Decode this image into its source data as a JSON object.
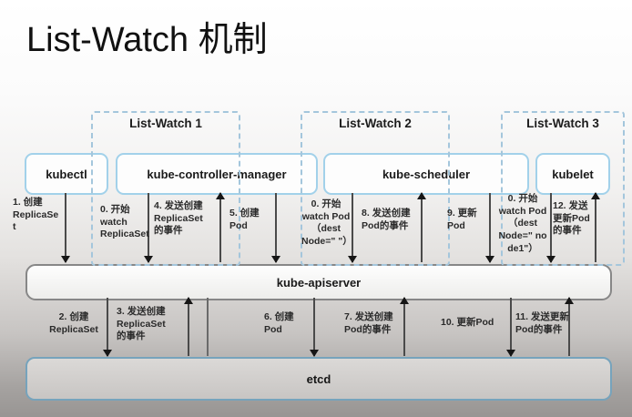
{
  "title": "List-Watch 机制",
  "groups": {
    "g1": "List-Watch 1",
    "g2": "List-Watch 2",
    "g3": "List-Watch 3"
  },
  "nodes": {
    "kubectl": "kubectl",
    "controller": "kube-controller-manager",
    "scheduler": "kube-scheduler",
    "kubelet": "kubelet",
    "apiserver": "kube-apiserver",
    "etcd": "etcd"
  },
  "messages": {
    "top": {
      "m1": "1. 创建\nReplicaSe\nt",
      "m0a": "0. 开始\nwatch\nReplicaSet",
      "m4": "4. 发送创建\nReplicaSet\n的事件",
      "m5": "5. 创建\nPod",
      "m0b": "0. 开始\nwatch Pod\n（dest\nNode=\" \"）",
      "m8": "8. 发送创建\nPod的事件",
      "m9": "9. 更新\nPod",
      "m0c": "0. 开始\nwatch Pod\n（dest\nNode=\" no\nde1\"）",
      "m12": "12. 发送\n更新Pod\n的事件"
    },
    "bottom": {
      "m2": "2. 创建\nReplicaSet",
      "m3": "3. 发送创建\nReplicaSet\n的事件",
      "m6": "6. 创建\nPod",
      "m7": "7. 发送创建\nPod的事件",
      "m10": "10. 更新Pod",
      "m11": "11. 发送更新\nPod的事件"
    }
  },
  "colors": {
    "node_border": "#a2d1ea",
    "group_dashed_border": "#a4c6dc",
    "apiserver_border": "#878787",
    "etcd_border": "#76a3bc",
    "arrow": "#4a4a4a",
    "background_bottom": "#989593"
  }
}
